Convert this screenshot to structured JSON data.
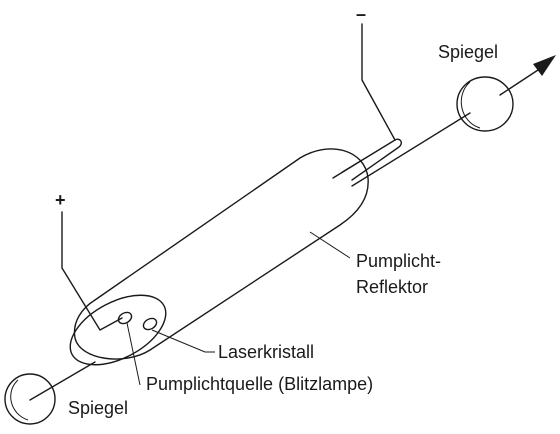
{
  "labels": {
    "mirror_right": "Spiegel",
    "mirror_left": "Spiegel",
    "reflector_line1": "Pumplicht-",
    "reflector_line2": "Reflektor",
    "laser_crystal": "Laserkristall",
    "pump_source": "Pumplichtquelle (Blitzlampe)",
    "minus_sign": "–",
    "plus_sign": "+"
  },
  "colors": {
    "ink": "#1a1a1a",
    "background": "#ffffff",
    "mirror_fill": "#ffffff"
  },
  "icons": {
    "beam_arrow": "arrowhead"
  }
}
